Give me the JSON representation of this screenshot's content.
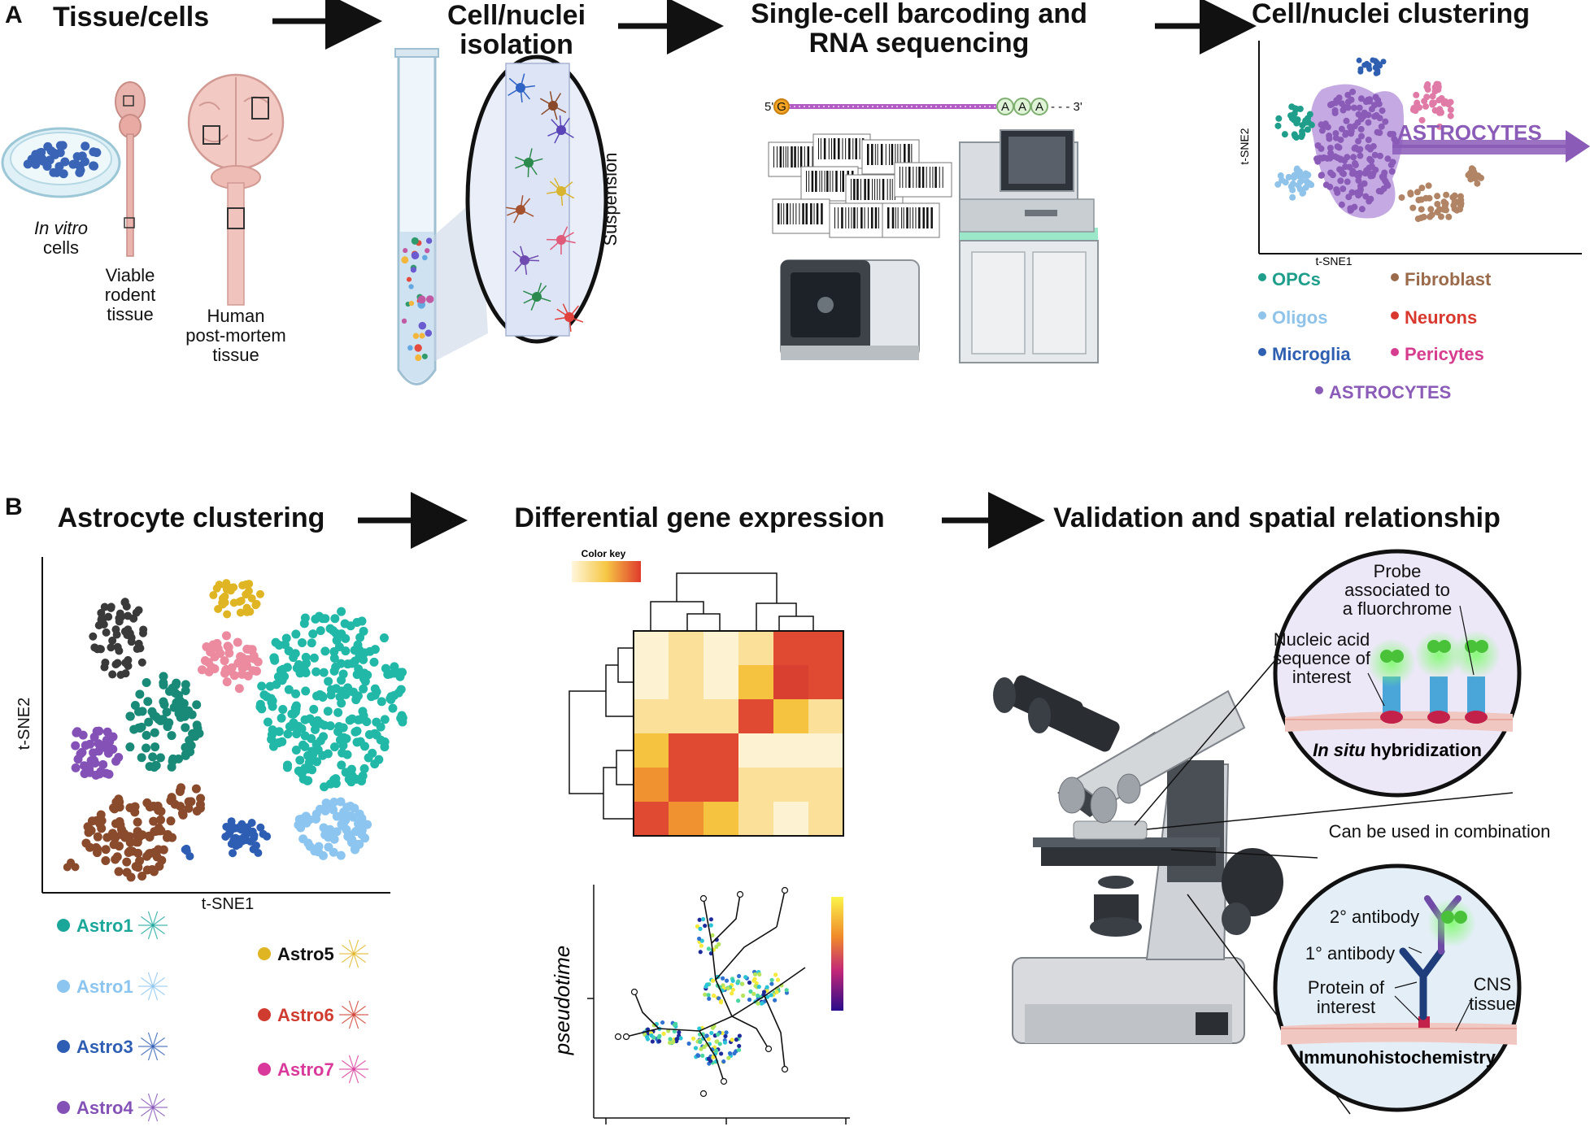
{
  "panel_a": {
    "letter": "A",
    "steps": [
      {
        "title_lines": [
          "Tissue/cells"
        ]
      },
      {
        "title_lines": [
          "Cell/nuclei",
          "isolation"
        ]
      },
      {
        "title_lines": [
          "Single-cell barcoding and",
          "RNA sequencing"
        ]
      },
      {
        "title_lines": [
          "Cell/nuclei clustering"
        ]
      }
    ],
    "sources": {
      "in_vitro_italic": "In vitro",
      "in_vitro_rest": "cells",
      "rodent": [
        "Viable",
        "rodent",
        "tissue"
      ],
      "human": [
        "Human",
        "post-mortem",
        "tissue"
      ]
    },
    "suspension_label": "Suspension",
    "rna": {
      "five_prime": "5'",
      "g": "G",
      "a": "A",
      "three_prime": "- - - 3'"
    },
    "cluster_plot": {
      "xlabel": "t-SNE1",
      "ylabel": "t-SNE2",
      "arrow_label": "ASTROCYTES"
    },
    "legend": [
      {
        "label": "OPCs",
        "color": "#1f9e8b"
      },
      {
        "label": "Fibroblast",
        "color": "#9a6a4a"
      },
      {
        "label": "Oligos",
        "color": "#8fc3ea"
      },
      {
        "label": "Neurons",
        "color": "#d8382e"
      },
      {
        "label": "Microglia",
        "color": "#2f5fb0"
      },
      {
        "label": "Pericytes",
        "color": "#d63d8e"
      },
      {
        "label": "ASTROCYTES",
        "color": "#8b5bb8"
      }
    ]
  },
  "panel_b": {
    "letter": "B",
    "steps": [
      {
        "title": "Astrocyte clustering"
      },
      {
        "title": "Differential gene expression"
      },
      {
        "title": "Validation and spatial relationship"
      }
    ],
    "tsne": {
      "xlabel": "t-SNE1",
      "ylabel": "t-SNE2"
    },
    "astro_legend": [
      {
        "label": "Astro1",
        "color": "#1aa79a"
      },
      {
        "label": "Astro1",
        "color": "#8cc5ef"
      },
      {
        "label": "Astro3",
        "color": "#2e5eb3"
      },
      {
        "label": "Astro4",
        "color": "#8452b6"
      },
      {
        "label": "Astro5",
        "color": "#e0b524"
      },
      {
        "label": "Astro6",
        "color": "#cf3b2f"
      },
      {
        "label": "Astro7",
        "color": "#d8399a"
      }
    ],
    "heatmap": {
      "color_key": "Color key",
      "rows": [
        [
          0,
          1,
          0,
          1,
          4,
          4
        ],
        [
          0,
          1,
          0,
          2,
          5,
          4
        ],
        [
          1,
          1,
          1,
          4,
          2,
          1
        ],
        [
          2,
          4,
          4,
          0,
          0,
          0
        ],
        [
          3,
          4,
          4,
          1,
          1,
          1
        ],
        [
          4,
          3,
          2,
          1,
          0,
          1
        ]
      ],
      "palette": [
        "#fdf3d3",
        "#fbe09a",
        "#f6c340",
        "#f0922f",
        "#e04a32",
        "#d9402f"
      ]
    },
    "pseudotime": {
      "ylabel": "pseudotime"
    },
    "ish": {
      "probe": [
        "Probe",
        "associated to",
        "a fluorchrome"
      ],
      "nucleic": [
        "Nucleic acid",
        "sequence of",
        "interest"
      ],
      "title_italic": "In situ",
      "title_rest": " hybridization"
    },
    "combination": "Can be used in combination",
    "ihc": {
      "ab2": "2° antibody",
      "ab1": "1° antibody",
      "protein": [
        "Protein of",
        "interest"
      ],
      "cns": [
        "CNS",
        "tissue"
      ],
      "title": "Immunohistochemistry"
    }
  }
}
